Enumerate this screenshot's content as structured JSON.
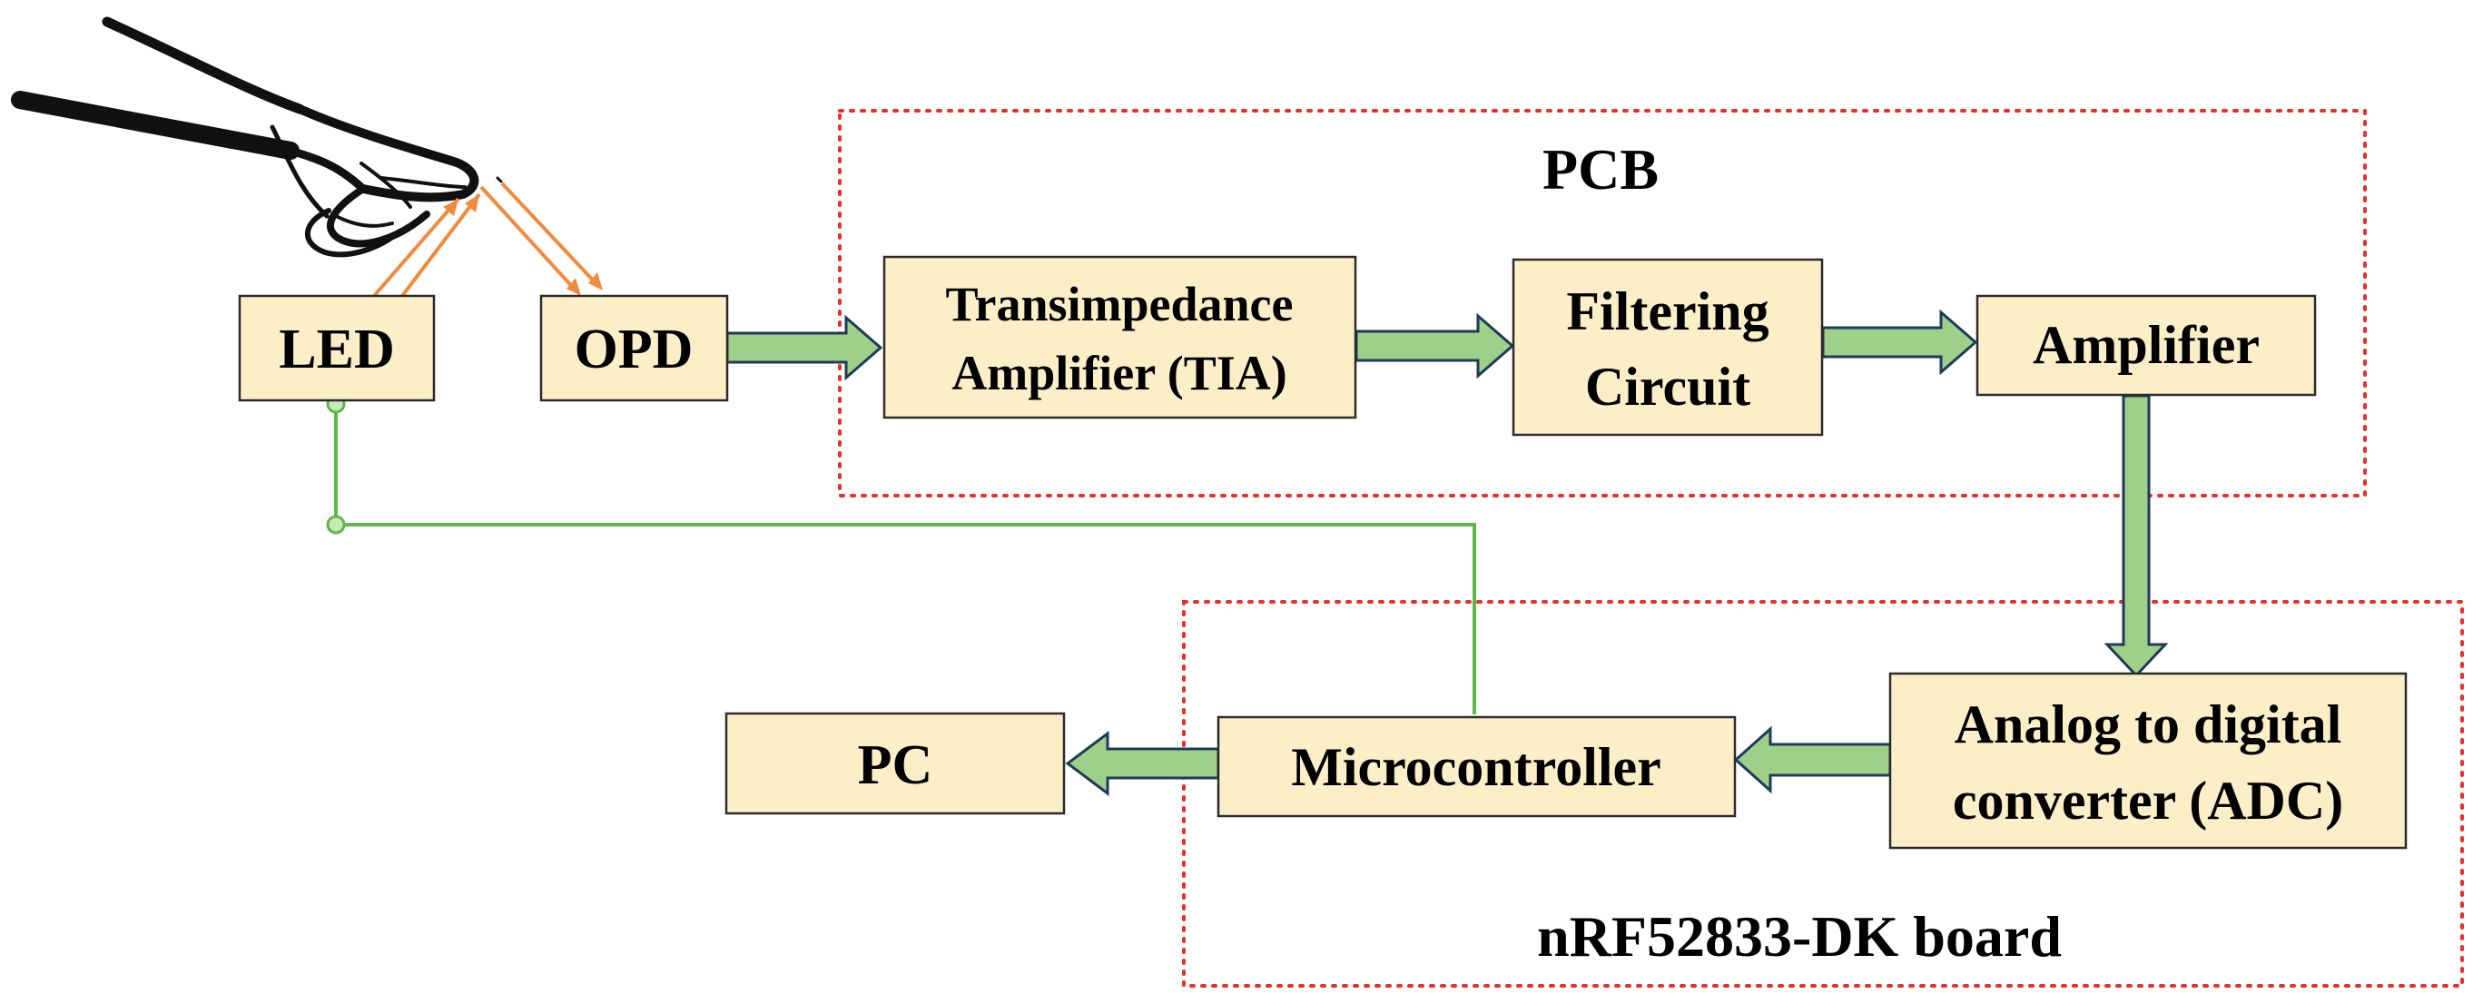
{
  "colors": {
    "block_fill": "#fcefc8",
    "block_border": "#2b2b2b",
    "arrow_fill": "#9ed08a",
    "arrow_outline": "#1f3a5a",
    "light_ray": "#f08a3c",
    "feedback_wire": "#5cb84a",
    "region_border": "#e8302a"
  },
  "regions": {
    "pcb": {
      "label": "PCB"
    },
    "board": {
      "label": "nRF52833-DK board"
    }
  },
  "blocks": {
    "led": {
      "lines": [
        "LED"
      ]
    },
    "opd": {
      "lines": [
        "OPD"
      ]
    },
    "tia": {
      "lines": [
        "Transimpedance",
        "Amplifier (TIA)"
      ]
    },
    "filter": {
      "lines": [
        "Filtering",
        "Circuit"
      ]
    },
    "amplifier": {
      "lines": [
        "Amplifier"
      ]
    },
    "adc": {
      "lines": [
        "Analog to digital",
        "converter (ADC)"
      ]
    },
    "microcontroller": {
      "lines": [
        "Microcontroller"
      ]
    },
    "pc": {
      "lines": [
        "PC"
      ]
    }
  },
  "icons": {
    "finger": "pointing-finger-icon"
  }
}
